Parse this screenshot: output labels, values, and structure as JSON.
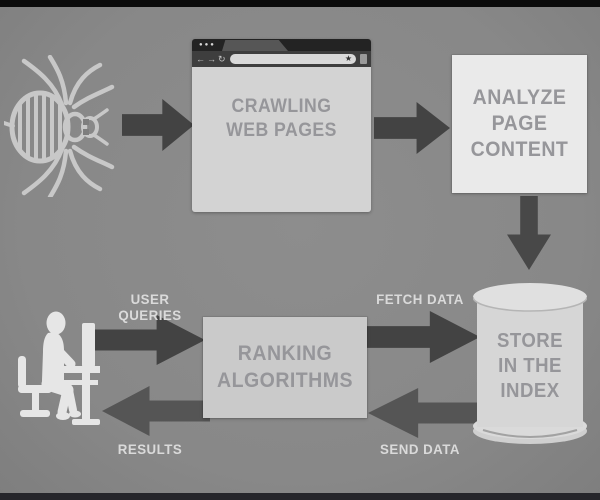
{
  "diagram": {
    "colors": {
      "background": "#8a8a8a",
      "top_border": "#0b0b0b",
      "bottom_border": "#26262b",
      "arrow_forward": "#434343",
      "arrow_return": "#555555",
      "box_light": "#eaeaea",
      "box_medium": "#cacaca",
      "box_text": "#96969a",
      "label_text": "#dadada"
    },
    "crawler": {
      "icon": "spider-icon"
    },
    "browser": {
      "window_dots": "●●●",
      "back_icon": "←",
      "forward_icon": "→",
      "refresh_icon": "↻",
      "star_icon": "★",
      "title_line1": "CRAWLING",
      "title_line2": "WEB PAGES"
    },
    "analyze": {
      "line1": "ANALYZE",
      "line2": "PAGE",
      "line3": "CONTENT"
    },
    "store": {
      "line1": "STORE",
      "line2": "IN THE",
      "line3": "INDEX"
    },
    "ranking": {
      "line1": "RANKING",
      "line2": "ALGORITHMS"
    },
    "user": {
      "icon": "person-at-computer-icon"
    },
    "labels": {
      "user_queries": "USER QUERIES",
      "fetch_data": "FETCH DATA",
      "results": "RESULTS",
      "send_data": "SEND DATA"
    }
  }
}
